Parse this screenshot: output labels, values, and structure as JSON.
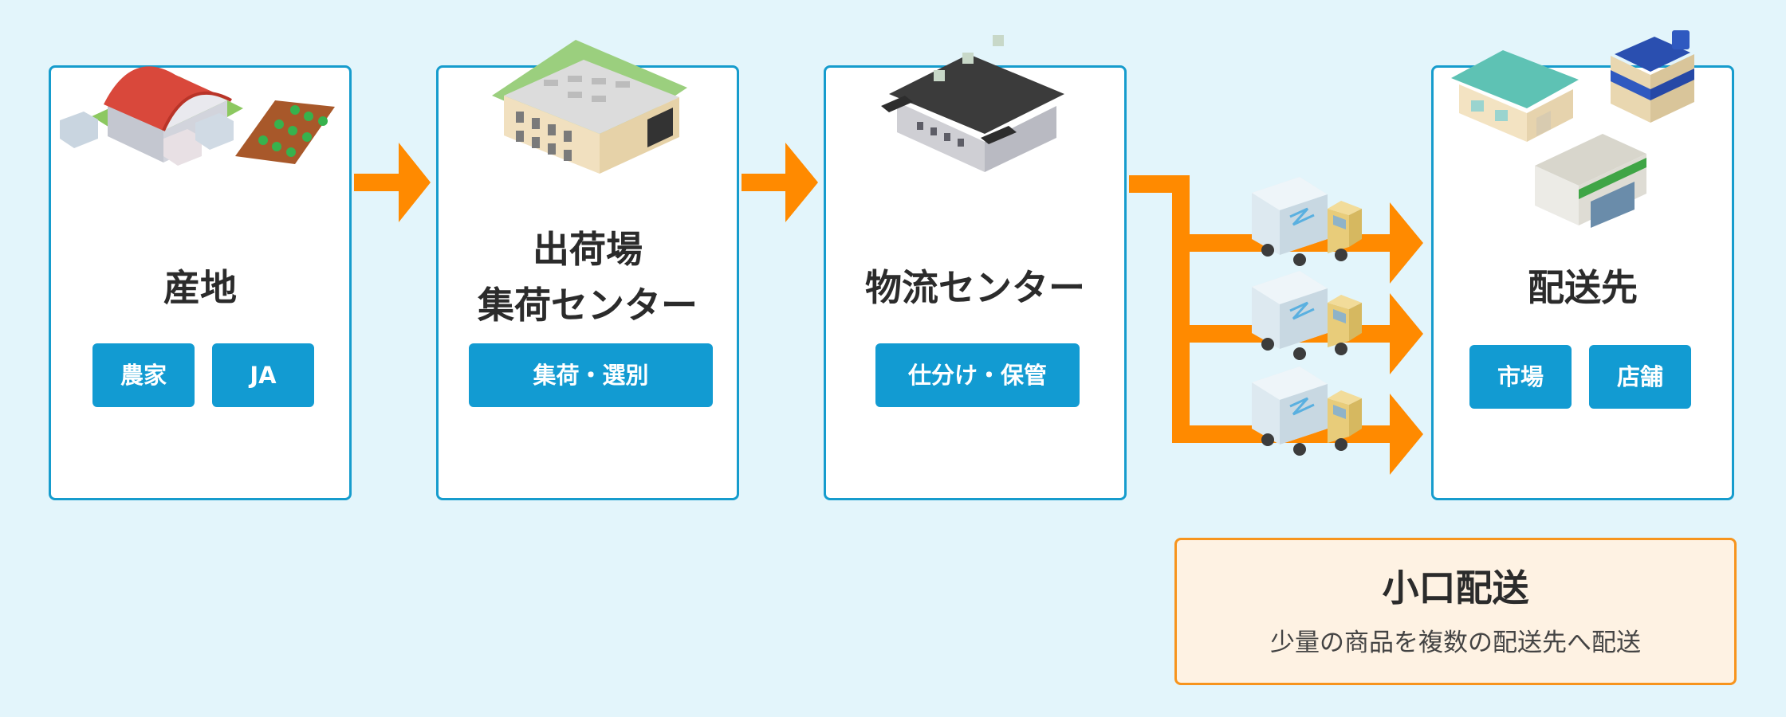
{
  "colors": {
    "background": "#e3f5fb",
    "box_border": "#169ccd",
    "pill": "#129bd2",
    "arrow": "#ff8a00",
    "note_bg": "#fef2e3",
    "note_border": "#f7941d"
  },
  "stages": [
    {
      "title": "産地",
      "tags": [
        "農家",
        "JA"
      ],
      "illustration": "farm-barn-and-field-icon"
    },
    {
      "title_lines": [
        "出荷場",
        "集荷センター"
      ],
      "tags": [
        "集荷・選別"
      ],
      "illustration": "shipping-facility-icon"
    },
    {
      "title": "物流センター",
      "tags": [
        "仕分け・保管"
      ],
      "illustration": "warehouse-icon"
    },
    {
      "title": "配送先",
      "tags": [
        "市場",
        "店舗"
      ],
      "illustration": "market-stores-icon"
    }
  ],
  "connectors": {
    "trucks": 3,
    "icon": "delivery-truck-icon"
  },
  "note": {
    "title": "小口配送",
    "subtitle": "少量の商品を複数の配送先へ配送"
  }
}
